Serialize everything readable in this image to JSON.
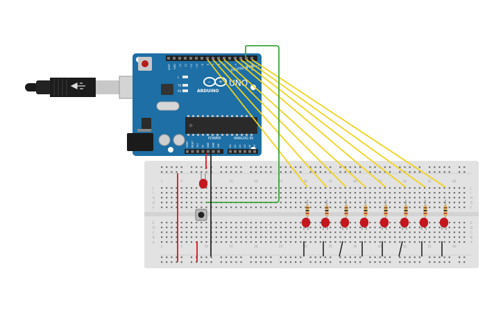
{
  "arduino": {
    "brand": "ARDUINO",
    "model": "UNO",
    "digital_header_label": "DIGITAL (PWM~)",
    "power_label": "POWER",
    "analog_label": "ANALOG IN",
    "led_labels": [
      "L",
      "TX",
      "RX"
    ],
    "top_pin_labels": [
      "AREF",
      "GND",
      "13",
      "12",
      "~11",
      "~10",
      "~9",
      "8",
      "7",
      "~6",
      "~5",
      "4",
      "~3",
      "2",
      "TX→1",
      "RX←0"
    ],
    "power_pin_labels": [
      "IOREF",
      "RESET",
      "3V3",
      "5V",
      "GND",
      "GND",
      "VIN"
    ],
    "analog_pin_labels": [
      "A0",
      "A1",
      "A2",
      "A3",
      "A4",
      "A5"
    ]
  },
  "breadboard": {
    "row_letters_top": [
      "J",
      "I",
      "H",
      "G",
      "F"
    ],
    "row_letters_bottom": [
      "E",
      "D",
      "C",
      "B",
      "A"
    ],
    "column_numbers": [
      "1",
      "5",
      "10",
      "15",
      "20",
      "25",
      "30",
      "35",
      "40",
      "45",
      "50",
      "55",
      "60"
    ]
  },
  "led_count": 8,
  "colors": {
    "board_blue": "#1d6fa5",
    "wire_yellow": "#f2d21b",
    "wire_green": "#3aa53a",
    "wire_red": "#d8141a",
    "wire_black": "#222222",
    "led_red": "#c4161c",
    "breadboard": "#e2e2e2"
  }
}
